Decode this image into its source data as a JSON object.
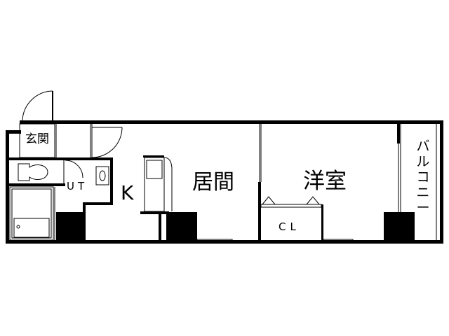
{
  "floor_plan": {
    "rooms": {
      "entrance": "玄関",
      "utility": "UT",
      "kitchen": "K",
      "living": "居間",
      "western_room": "洋室",
      "closet": "CL",
      "balcony": "バルコニー"
    },
    "colors": {
      "wall": "#000000",
      "background": "#ffffff"
    }
  }
}
